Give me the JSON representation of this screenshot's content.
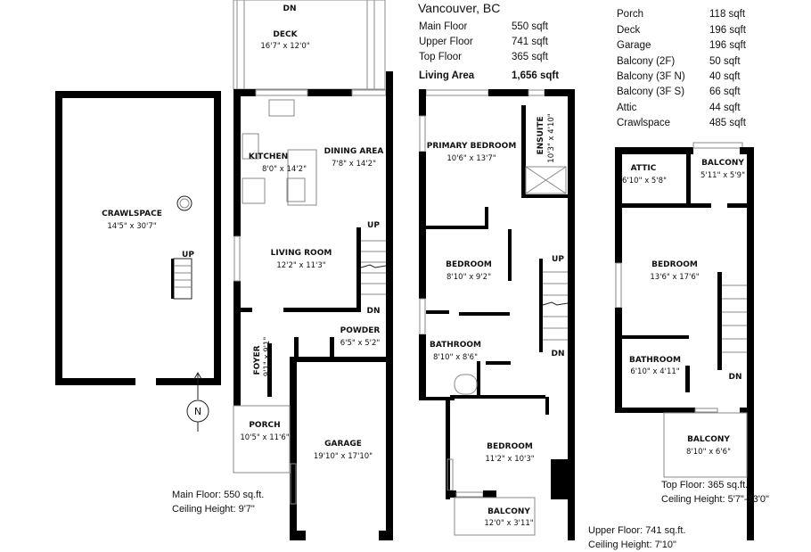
{
  "header": {
    "location": "Vancouver, BC"
  },
  "areas_main": [
    {
      "label": "Main Floor",
      "value": "550 sqft"
    },
    {
      "label": "Upper Floor",
      "value": "741 sqft"
    },
    {
      "label": "Top Floor",
      "value": "365 sqft"
    }
  ],
  "living_area": {
    "label": "Living Area",
    "value": "1,656 sqft"
  },
  "areas_other": [
    {
      "label": "Porch",
      "value": "118 sqft"
    },
    {
      "label": "Deck",
      "value": "196 sqft"
    },
    {
      "label": "Garage",
      "value": "196 sqft"
    },
    {
      "label": "Balcony (2F)",
      "value": "50 sqft"
    },
    {
      "label": "Balcony (3F N)",
      "value": "40 sqft"
    },
    {
      "label": "Balcony (3F S)",
      "value": "66 sqft"
    },
    {
      "label": "Attic",
      "value": "44 sqft"
    },
    {
      "label": "Crawlspace",
      "value": "485 sqft"
    }
  ],
  "crawlspace": {
    "name": "CRAWLSPACE",
    "dim": "14'5\" x 30'7\"",
    "up": "UP"
  },
  "compass": {
    "label": "N"
  },
  "main_floor": {
    "deck": {
      "name": "DECK",
      "dim": "16'7\" x 12'0\"",
      "dn": "DN"
    },
    "kitchen": {
      "name": "KITCHEN",
      "dim": "8'0\" x 14'2\""
    },
    "dining": {
      "name": "DINING AREA",
      "dim": "7'8\" x 14'2\""
    },
    "living": {
      "name": "LIVING ROOM",
      "dim": "12'2\" x 11'3\""
    },
    "stairs_up": "UP",
    "stairs_dn": "DN",
    "powder": {
      "name": "POWDER",
      "dim": "6'5\" x 5'2\""
    },
    "foyer": {
      "name": "FOYER",
      "dim": "9'1\" x 9'1\""
    },
    "porch": {
      "name": "PORCH",
      "dim": "10'5\" x 11'6\""
    },
    "garage": {
      "name": "GARAGE",
      "dim": "19'10\" x 17'10\""
    },
    "caption": [
      "Main Floor: 550 sq.ft.",
      "Ceiling Height: 9'7\""
    ]
  },
  "upper_floor": {
    "primary": {
      "name": "PRIMARY BEDROOM",
      "dim": "10'6\" x 13'7\""
    },
    "ensuite": {
      "name": "ENSUITE",
      "dim": "10'3\" x 4'10\""
    },
    "bedroom2": {
      "name": "BEDROOM",
      "dim": "8'10\" x 9'2\""
    },
    "bathroom": {
      "name": "BATHROOM",
      "dim": "8'10\" x 8'6\""
    },
    "bedroom3": {
      "name": "BEDROOM",
      "dim": "11'2\" x 10'3\""
    },
    "balcony": {
      "name": "BALCONY",
      "dim": "12'0\" x 3'11\""
    },
    "stairs_up": "UP",
    "stairs_dn": "DN",
    "caption": [
      "Upper Floor: 741 sq.ft.",
      "Ceiling Height: 7'10\""
    ]
  },
  "top_floor": {
    "attic": {
      "name": "ATTIC",
      "dim": "6'10\" x 5'8\""
    },
    "balcony_n": {
      "name": "BALCONY",
      "dim": "5'11\" x 5'9\""
    },
    "bedroom": {
      "name": "BEDROOM",
      "dim": "13'6\" x 17'6\""
    },
    "bathroom": {
      "name": "BATHROOM",
      "dim": "6'10\" x 4'11\""
    },
    "balcony_s": {
      "name": "BALCONY",
      "dim": "8'10\" x 6'6\""
    },
    "stairs_dn": "DN",
    "caption": [
      "Top Floor: 365 sq.ft.",
      "Ceiling Height: 5'7\"-13'0\""
    ]
  }
}
